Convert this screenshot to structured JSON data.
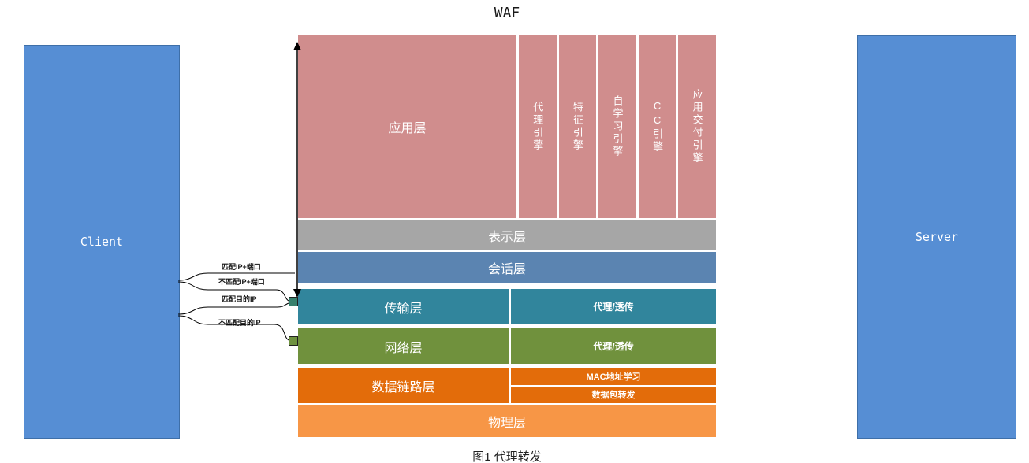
{
  "title": "WAF",
  "caption": "图1 代理转发",
  "client": {
    "label": "Client"
  },
  "server": {
    "label": "Server"
  },
  "layers": {
    "application": {
      "label": "应用层",
      "engines": [
        "代理引擎",
        "特征引擎",
        "自学习引擎",
        "CC引擎",
        "应用交付引擎"
      ]
    },
    "presentation": {
      "label": "表示层"
    },
    "session": {
      "label": "会话层"
    },
    "transport": {
      "label": "传输层",
      "mode": "代理/透传"
    },
    "network": {
      "label": "网络层",
      "mode": "代理/透传"
    },
    "datalink": {
      "label": "数据链路层",
      "mode_top": "MAC地址学习",
      "mode_bottom": "数据包转发"
    },
    "physical": {
      "label": "物理层"
    }
  },
  "annotations": {
    "match_ip_port": "匹配IP+端口",
    "no_match_ip_port": "不匹配IP+端口",
    "match_dst_ip": "匹配目的IP",
    "no_match_dst_ip": "不匹配目的IP"
  },
  "colors": {
    "endpoint_blue": "#568ed4",
    "application_pink": "#d08d8d",
    "presentation_gray": "#a6a6a6",
    "session_blue": "#5b84b1",
    "transport_teal": "#31859c",
    "network_green": "#70913d",
    "datalink_orange": "#e36c0a",
    "physical_orange": "#f79646"
  }
}
